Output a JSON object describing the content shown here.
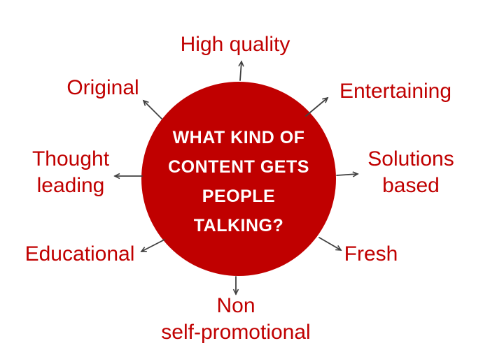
{
  "colors": {
    "background": "#ffffff",
    "circle": "#c00000",
    "label_text": "#c00000",
    "center_text": "#ffffff",
    "arrow": "#404040"
  },
  "center": {
    "lines": [
      "WHAT KIND OF",
      "CONTENT GETS",
      "PEOPLE",
      "TALKING?"
    ]
  },
  "labels": [
    {
      "name": "high-quality",
      "lines": [
        "High quality"
      ]
    },
    {
      "name": "entertaining",
      "lines": [
        "Entertaining"
      ]
    },
    {
      "name": "solutions-based",
      "lines": [
        "Solutions",
        "based"
      ]
    },
    {
      "name": "fresh",
      "lines": [
        "Fresh"
      ]
    },
    {
      "name": "non-self-promotional",
      "lines": [
        "Non",
        "self-promotional"
      ]
    },
    {
      "name": "educational",
      "lines": [
        "Educational"
      ]
    },
    {
      "name": "thought-leading",
      "lines": [
        "Thought",
        "leading"
      ]
    },
    {
      "name": "original",
      "lines": [
        "Original"
      ]
    }
  ]
}
